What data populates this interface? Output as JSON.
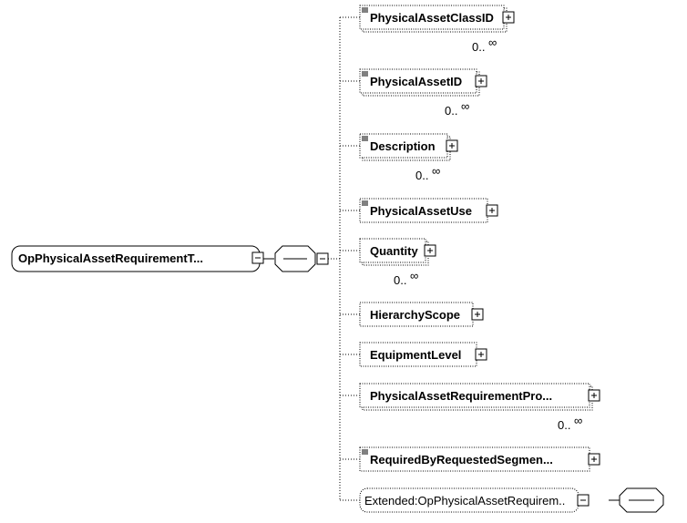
{
  "root": {
    "label": "OpPhysicalAssetRequirementT..."
  },
  "elements": [
    {
      "label": "PhysicalAssetClassID",
      "cardinality_min": "0..",
      "cardinality_max": "∞",
      "has_doc": true
    },
    {
      "label": "PhysicalAssetID",
      "cardinality_min": "0..",
      "cardinality_max": "∞",
      "has_doc": true
    },
    {
      "label": "Description",
      "cardinality_min": "0..",
      "cardinality_max": "∞",
      "has_doc": true
    },
    {
      "label": "PhysicalAssetUse",
      "cardinality_min": "",
      "cardinality_max": "",
      "has_doc": true
    },
    {
      "label": "Quantity",
      "cardinality_min": "0..",
      "cardinality_max": "∞",
      "has_doc": false
    },
    {
      "label": "HierarchyScope",
      "cardinality_min": "",
      "cardinality_max": "",
      "has_doc": false
    },
    {
      "label": "EquipmentLevel",
      "cardinality_min": "",
      "cardinality_max": "",
      "has_doc": false
    },
    {
      "label": "PhysicalAssetRequirementPro...",
      "cardinality_min": "0..",
      "cardinality_max": "∞",
      "has_doc": false
    },
    {
      "label": "RequiredByRequestedSegmen...",
      "cardinality_min": "",
      "cardinality_max": "",
      "has_doc": true
    },
    {
      "label": "Extended:OpPhysicalAssetRequirem..",
      "cardinality_min": "",
      "cardinality_max": "",
      "has_doc": false
    }
  ],
  "icons": {
    "expand": "plus-box-icon",
    "collapse": "minus-box-icon",
    "sequence": "sequence-compositor-icon",
    "documentation": "documentation-lines-icon"
  }
}
